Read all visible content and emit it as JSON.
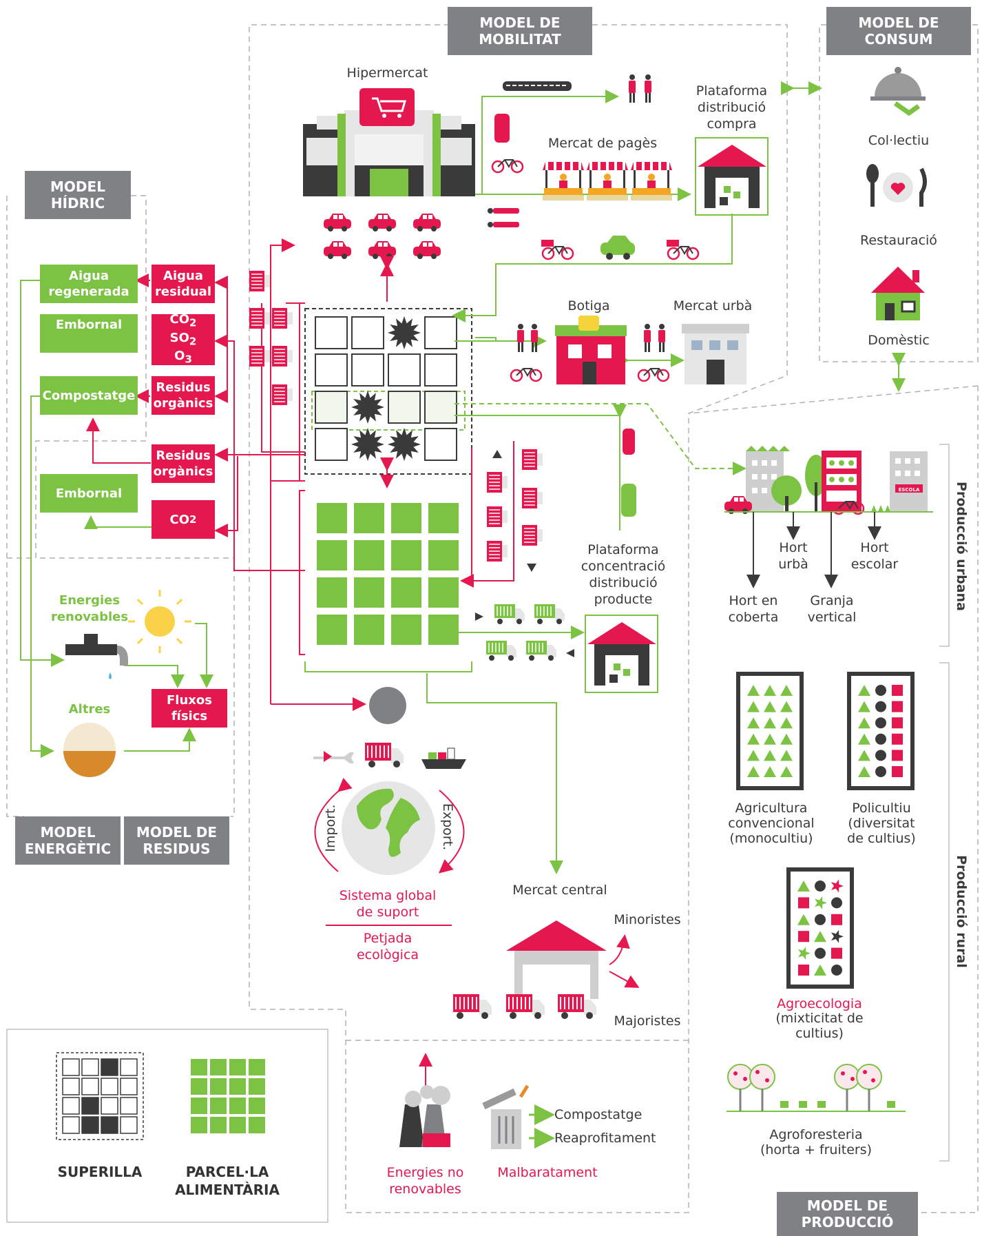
{
  "colors": {
    "green": "#7cc243",
    "red": "#e4174f",
    "grey": "#808184",
    "dark": "#3a3a3a"
  },
  "headers": {
    "mobilitat": "MODEL DE\nMOBILITAT",
    "consum": "MODEL DE\nCONSUM",
    "hidric": "MODEL\nHÍDRIC",
    "energetic": "MODEL\nENERGÈTIC",
    "residus": "MODEL DE\nRESIDUS",
    "produccio": "MODEL DE\nPRODUCCIÓ"
  },
  "mobility": {
    "hipermercat": "Hipermercat",
    "plataforma_compra": "Plataforma\ndistribució\ncompra",
    "mercat_pages": "Mercat de pagès",
    "botiga": "Botiga",
    "mercat_urba": "Mercat urbà",
    "plataforma_producte": "Plataforma\nconcentració\ndistribució\nproducte",
    "mercat_central": "Mercat central",
    "minoristes": "Minoristes",
    "majoristes": "Majoristes"
  },
  "consum": {
    "collectiu": "Col·lectiu",
    "restauracio": "Restauració",
    "domestic": "Domèstic"
  },
  "hidric": {
    "aigua_regenerada": "Aigua\nregenerada",
    "aigua_residual": "Aigua\nresidual",
    "embornal1": "Embornal",
    "gasos_co2": "CO",
    "gasos_so2": "SO",
    "gasos_o3": "O",
    "sub2": "2",
    "sub3": "3",
    "compostatge": "Compostatge",
    "residus_organics1": "Residus\norgànics",
    "residus_organics2": "Residus\norgànics",
    "embornal2": "Embornal",
    "co2_2": "CO"
  },
  "energia": {
    "renovables": "Energies\nrenovables",
    "altres": "Altres",
    "fluxos": "Fluxos\nfísics"
  },
  "global": {
    "import": "Import.",
    "export": "Export.",
    "sistema": "Sistema global\nde suport",
    "petjada": "Petjada\necològica"
  },
  "residus": {
    "energies_no_renovables": "Energies no\nrenovables",
    "malbaratament": "Malbaratament",
    "compostatge": "Compostatge",
    "reaprofitament": "Reaprofitament"
  },
  "produccio_urbana": {
    "title": "Producció urbana",
    "hort_urba": "Hort\nurbà",
    "hort_escolar": "Hort\nescolar",
    "hort_coberta": "Hort en\ncoberta",
    "granja_vertical": "Granja\nvertical",
    "escola": "ESCOLA"
  },
  "produccio_rural": {
    "title": "Producció rural",
    "convencional": "Agricultura\nconvencional\n(monocultiu)",
    "policultiu": "Policultiu\n(diversitat\nde cultius)",
    "agroecologia_title": "Agroecologia",
    "agroecologia_sub": "(mixticitat de\ncultius)",
    "agroforesteria": "Agroforesteria\n(horta + fruiters)"
  },
  "legend": {
    "superilla": "SUPERILLA",
    "parcela": "PARCEL·LA\nALIMENTÀRIA"
  }
}
